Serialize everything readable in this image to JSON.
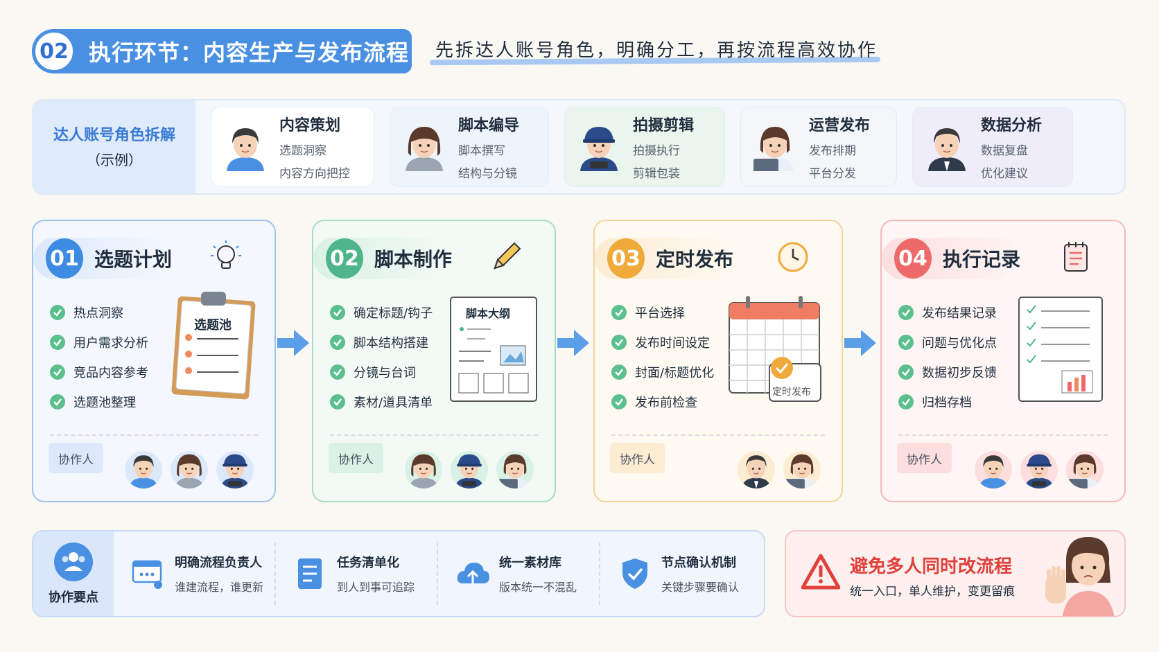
{
  "header": {
    "number": "02",
    "title": "执行环节：内容生产与发布流程",
    "subtitle": "先拆达人账号角色，明确分工，再按流程高效协作"
  },
  "roles": {
    "label_line1": "达人账号角色拆解",
    "label_line2": "（示例）",
    "items": [
      {
        "title": "内容策划",
        "lines": [
          "选题洞察",
          "内容方向把控"
        ],
        "bg": "#ffffff"
      },
      {
        "title": "脚本编导",
        "lines": [
          "脚本撰写",
          "结构与分镜"
        ],
        "bg": "#eef4fb"
      },
      {
        "title": "拍摄剪辑",
        "lines": [
          "拍摄执行",
          "剪辑包装"
        ],
        "bg": "#eaf5ee"
      },
      {
        "title": "运营发布",
        "lines": [
          "发布排期",
          "平台分发"
        ],
        "bg": "#f4f6f9"
      },
      {
        "title": "数据分析",
        "lines": [
          "数据复盘",
          "优化建议"
        ],
        "bg": "#f0edfb"
      }
    ]
  },
  "steps": [
    {
      "number": "01",
      "title": "选题计划",
      "color": "#3d8be2",
      "light": "#dce9fb",
      "bg": "#f4f8fe",
      "border": "#9ec3ef",
      "items": [
        "热点洞察",
        "用户需求分析",
        "竞品内容参考",
        "选题池整理"
      ],
      "collab_label": "协作人",
      "illus_title": "选题池"
    },
    {
      "number": "02",
      "title": "脚本制作",
      "color": "#4fb58a",
      "light": "#daf1e5",
      "bg": "#f3faf6",
      "border": "#a9dcc2",
      "items": [
        "确定标题/钩子",
        "脚本结构搭建",
        "分镜与台词",
        "素材/道具清单"
      ],
      "collab_label": "协作人",
      "illus_title": "脚本大纲"
    },
    {
      "number": "03",
      "title": "定时发布",
      "color": "#f0a93b",
      "light": "#fcecd2",
      "bg": "#fefaf2",
      "border": "#f5d39a",
      "items": [
        "平台选择",
        "发布时间设定",
        "封面/标题优化",
        "发布前检查"
      ],
      "collab_label": "协作人",
      "illus_title": "定时发布"
    },
    {
      "number": "04",
      "title": "执行记录",
      "color": "#ee6a6a",
      "light": "#fcdede",
      "bg": "#fef5f4",
      "border": "#f5b9b9",
      "items": [
        "发布结果记录",
        "问题与优化点",
        "数据初步反馈",
        "归档存档"
      ],
      "collab_label": "协作人",
      "illus_title": ""
    }
  ],
  "keypoints": {
    "label": "协作要点",
    "items": [
      {
        "title": "明确流程负责人",
        "desc": "谁建流程，谁更新"
      },
      {
        "title": "任务清单化",
        "desc": "到人到事可追踪"
      },
      {
        "title": "统一素材库",
        "desc": "版本统一不混乱"
      },
      {
        "title": "节点确认机制",
        "desc": "关键步骤要确认"
      }
    ]
  },
  "warning": {
    "title": "避免多人同时改流程",
    "desc": "统一入口，单人维护，变更留痕"
  }
}
